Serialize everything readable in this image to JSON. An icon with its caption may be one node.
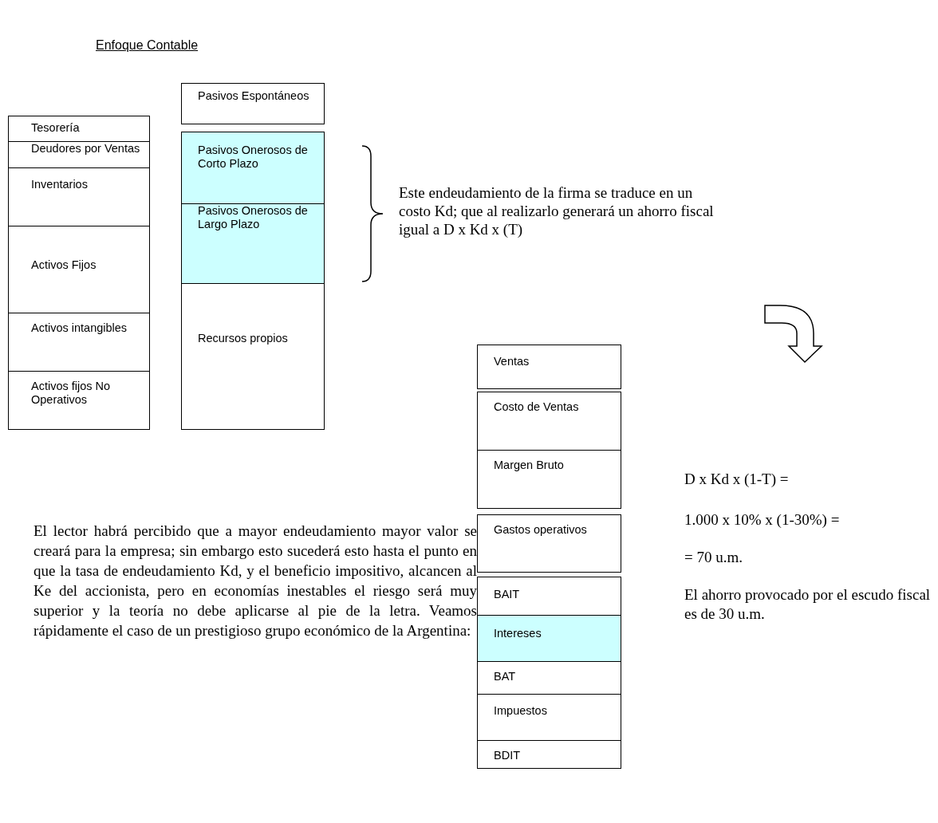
{
  "diagram": {
    "title": "Enfoque Contable",
    "nodes": [
      {
        "text": [
          "Tesorería"
        ]
      },
      {
        "text": [
          "Deudores por Ventas"
        ]
      },
      {
        "text": [
          "Inventarios"
        ]
      },
      {
        "text": [
          "Activos Fijos"
        ]
      },
      {
        "text": [
          "Activos intangibles"
        ]
      },
      {
        "text": [
          "Activos fijos No Operativos"
        ]
      },
      {
        "text": [
          "Pasivos Espontáneos"
        ]
      },
      {
        "text": [
          "Pasivos Onerosos de Corto Plazo"
        ]
      },
      {
        "text": [
          "Pasivos Onerosos de Largo Plazo"
        ]
      },
      {
        "text": [
          "Recursos propios"
        ]
      },
      {
        "text": [
          "Ventas"
        ]
      },
      {
        "text": [
          "Costo de Ventas"
        ]
      },
      {
        "text": [
          "Margen Bruto"
        ]
      },
      {
        "text": [
          "Gastos operativos"
        ]
      },
      {
        "text": [
          "BAIT"
        ]
      },
      {
        "text": [
          "Intereses"
        ]
      },
      {
        "text": [
          "BAT"
        ]
      },
      {
        "text": [
          "Impuestos"
        ]
      },
      {
        "text": [
          "BDIT"
        ]
      }
    ],
    "labels": [
      "Este endeudamiento de la firma se traduce en un costo Kd; que al realizarlo generará un ahorro fiscal igual a D x Kd x (T)",
      "D x Kd x (1-T) =",
      "1.000 x 10%  x (1-30%) =",
      "= 70 u.m.",
      "El ahorro provocado por el escudo fiscal es de 30 u.m.",
      "El lector habrá percibido que a mayor endeudamiento mayor valor se creará para la empresa; sin embargo esto sucederá esto hasta el punto en que la tasa de endeudamiento Kd, y el beneficio impositivo, alcancen al Ke del accionista, pero en economías inestables el riesgo será muy superior y la teoría no debe aplicarse al pie de la letra. Veamos rápidamente el caso de un prestigioso grupo económico de la Argentina:"
    ]
  }
}
